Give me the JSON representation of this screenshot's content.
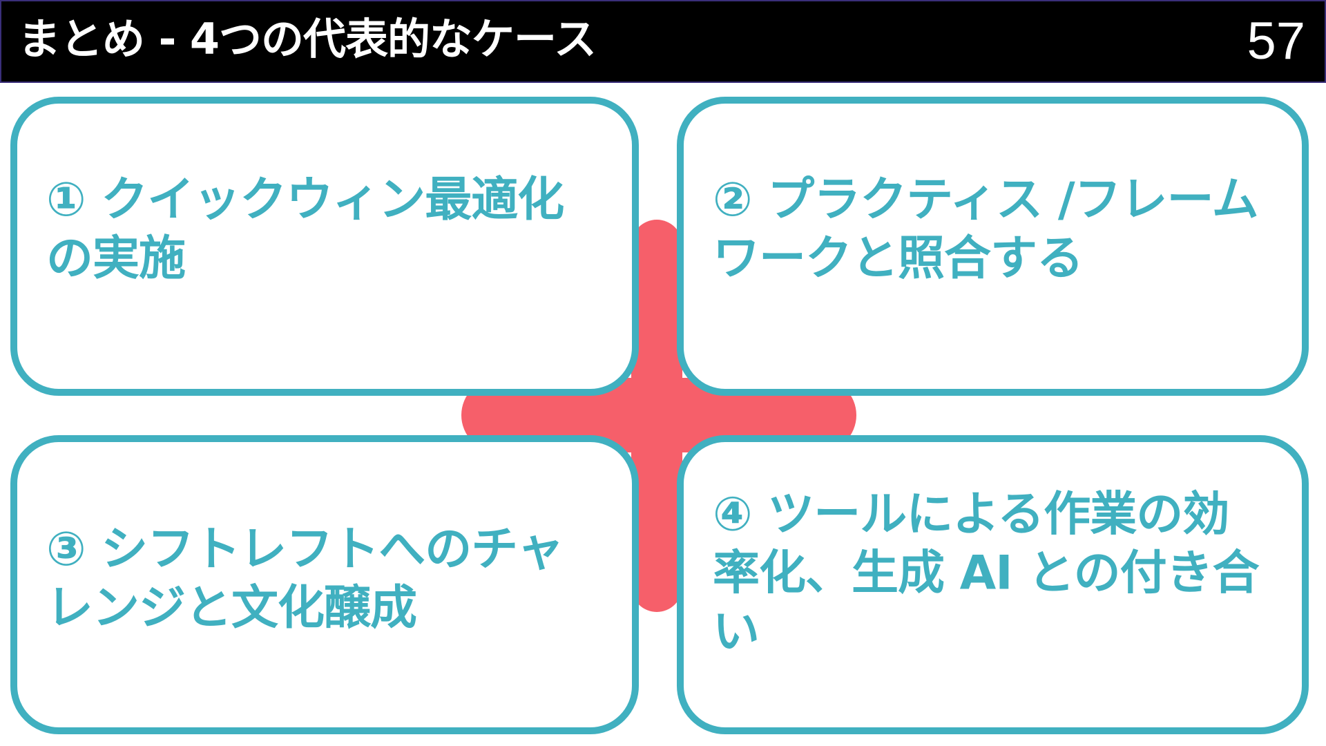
{
  "header": {
    "title": "まとめ - 4つの代表的なケース",
    "page_number": "57"
  },
  "colors": {
    "header_background": "#000000",
    "accent_teal": "#40b0c0",
    "cross_red": "#f65f6a"
  },
  "cases": [
    {
      "label": "① クイックウィン最適化の実施"
    },
    {
      "label": "② プラクティス /フレームワークと照合する"
    },
    {
      "label": "③ シフトレフトへのチャレンジと文化醸成"
    },
    {
      "label": "④ ツールによる作業の効率化、生成 AI との付き合い"
    }
  ]
}
